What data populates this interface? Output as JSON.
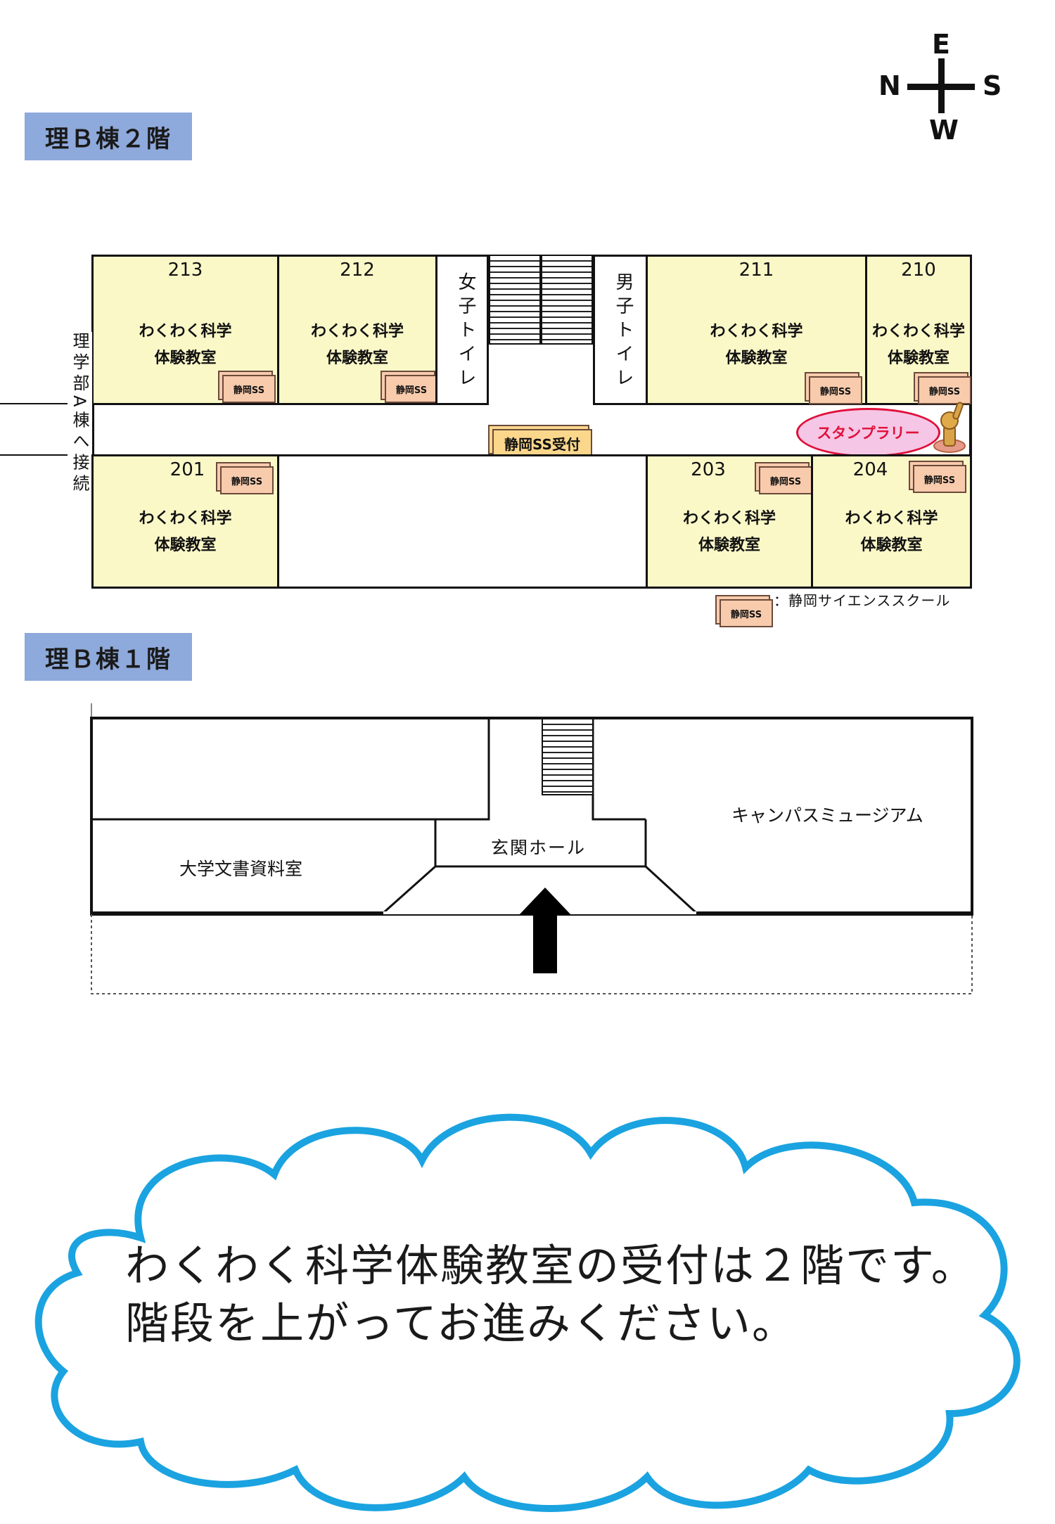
{
  "compass": {
    "north": "N",
    "south": "S",
    "east": "E",
    "west": "W"
  },
  "floor2": {
    "title": "理Ｂ棟２階",
    "rooms": [
      {
        "number": "213",
        "name_line1": "わくわく科学",
        "name_line2": "体験教室",
        "badge": "静岡SS"
      },
      {
        "number": "212",
        "name_line1": "わくわく科学",
        "name_line2": "体験教室",
        "badge": "静岡SS"
      },
      {
        "number": "211",
        "name_line1": "わくわく科学",
        "name_line2": "体験教室",
        "badge": "静岡SS"
      },
      {
        "number": "210",
        "name_line1": "わくわく科学",
        "name_line2": "体験教室",
        "badge": "静岡SS"
      },
      {
        "number": "201",
        "name_line1": "わくわく科学",
        "name_line2": "体験教室",
        "badge": "静岡SS"
      },
      {
        "number": "203",
        "name_line1": "わくわく科学",
        "name_line2": "体験教室",
        "badge": "静岡SS"
      },
      {
        "number": "204",
        "name_line1": "わくわく科学",
        "name_line2": "体験教室",
        "badge": "静岡SS"
      }
    ],
    "womens_toilet": "女子トイレ",
    "mens_toilet": "男子トイレ",
    "reception": "静岡SS受付",
    "stamp_rally": "スタンプラリー",
    "connection": "理学部A棟へ接続",
    "legend_badge": "静岡SS",
    "legend_text": "：静岡サイエンススクール"
  },
  "floor1": {
    "title": "理Ｂ棟１階",
    "campus_museum": "キャンパスミュージアム",
    "archives": "大学文書資料室",
    "entrance_hall": "玄関ホール"
  },
  "message": {
    "line1": "わくわく科学体験教室の受付は２階です。",
    "line2": "階段を上がってお進みください。"
  },
  "colors": {
    "floor_label": "#8ea9db",
    "room_fill": "#fbf8c8",
    "badge_fill": "#f8cbad",
    "stamp_fill": "#f6c6e6",
    "stamp_border": "#e0103a",
    "cloud_stroke": "#1aa3e0"
  }
}
